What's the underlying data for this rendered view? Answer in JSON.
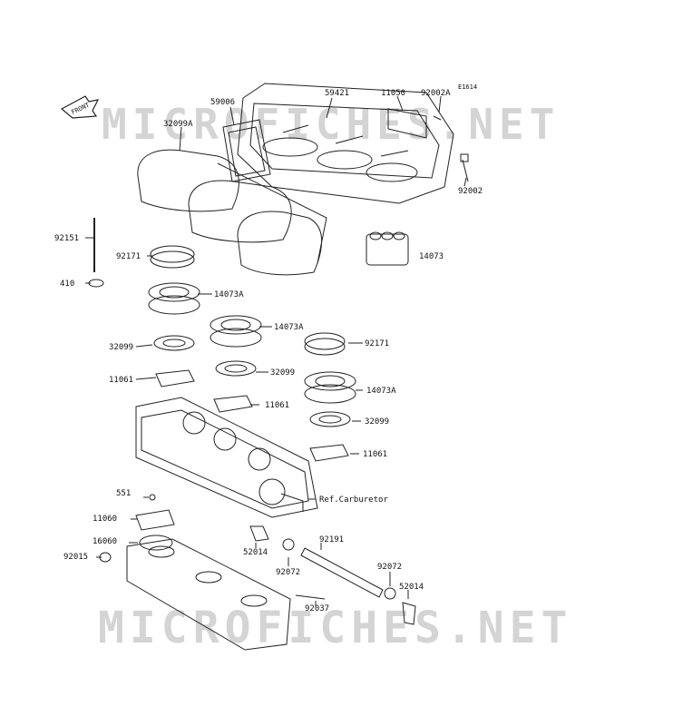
{
  "watermark": "MICROFICHES.NET",
  "diagram_code": "E1614",
  "front_label": "FRONT",
  "labels": {
    "p11050": "11050",
    "p92002A": "92002A",
    "p59006": "59006",
    "p59421": "59421",
    "p32099A": "32099A",
    "p92002": "92002",
    "p92151": "92151",
    "p92171a": "92171",
    "p14073": "14073",
    "p410": "410",
    "p14073A1": "14073A",
    "p14073A2": "14073A",
    "p92171b": "92171",
    "p32099a": "32099",
    "p32099b": "32099",
    "p11061a": "11061",
    "p14073A3": "14073A",
    "p11061b": "11061",
    "p32099c": "32099",
    "p11061c": "11061",
    "pRefCarb": "Ref.Carburetor",
    "p551": "551",
    "p11060": "11060",
    "p16060": "16060",
    "p92015": "92015",
    "p52014a": "52014",
    "p92191": "92191",
    "p92072a": "92072",
    "p92072b": "92072",
    "p52014b": "52014",
    "p92037": "92037"
  }
}
